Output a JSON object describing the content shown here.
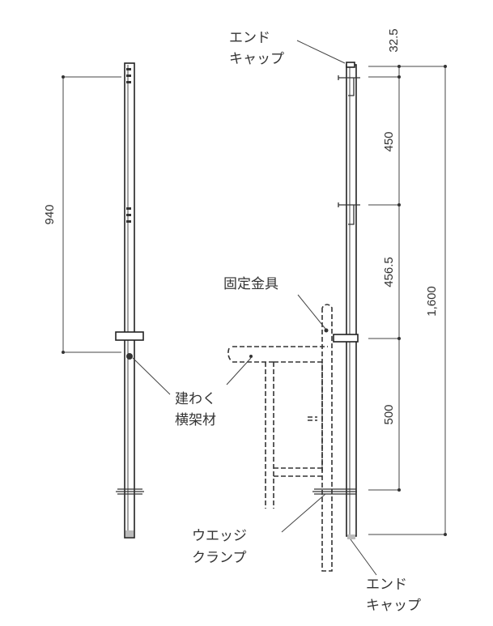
{
  "labels": {
    "end_cap_top": [
      "エンド",
      "キャップ"
    ],
    "fixing_bracket": "固定金具",
    "frame_ledger": [
      "建わく",
      "横架材"
    ],
    "wedge_clamp": [
      "ウエッジ",
      "クランプ"
    ],
    "end_cap_bottom": [
      "エンド",
      "キャップ"
    ]
  },
  "dimensions": {
    "left_height": "940",
    "top_offset": "32.5",
    "segment_1": "450",
    "segment_2": "456.5",
    "segment_3": "500",
    "overall": "1,600"
  }
}
